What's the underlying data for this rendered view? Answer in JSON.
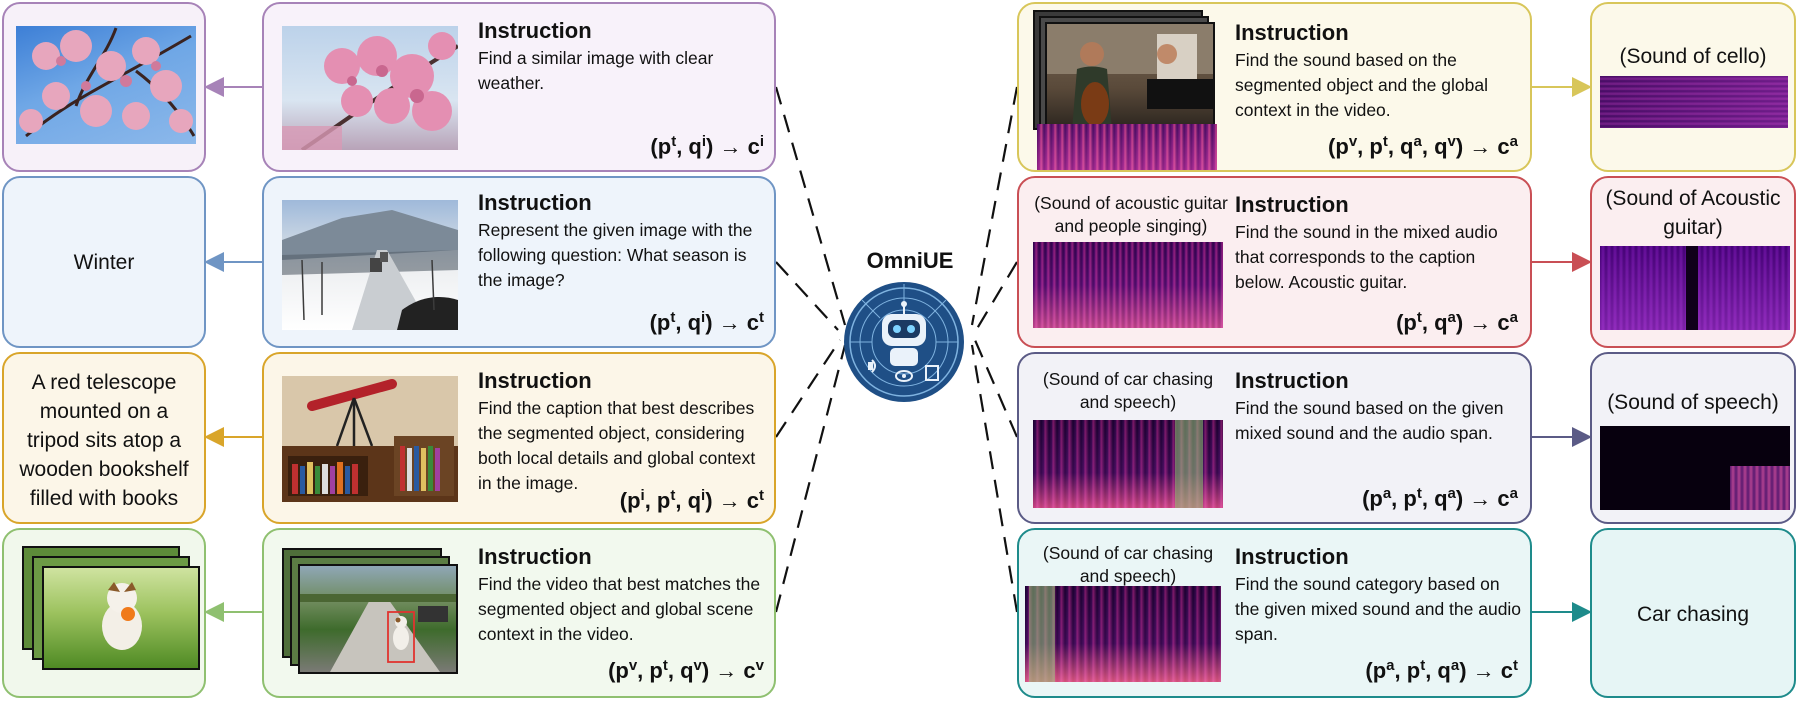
{
  "center": {
    "title": "OmniUE"
  },
  "left_tasks": [
    {
      "title": "Instruction",
      "text": "Find a similar image with clear weather.",
      "formula": {
        "a": "(p",
        "a_sup": "t",
        "b": ", q",
        "b_sup": "i",
        "c": ") → c",
        "c_sup": "i"
      }
    },
    {
      "title": "Instruction",
      "text": "Represent the given image with the following question: What season is the image?",
      "formula": {
        "a": "(p",
        "a_sup": "t",
        "b": ", q",
        "b_sup": "i",
        "c": ") → c",
        "c_sup": "t"
      }
    },
    {
      "title": "Instruction",
      "text": "Find the caption that best describes the segmented object, considering both local details and global context in the image.",
      "formula": {
        "a": "(p",
        "a_sup": "i",
        "b": ", p",
        "b_sup": "t",
        "c": ", q",
        "c_sup": "i",
        "d": ") → c",
        "d_sup": "t"
      }
    },
    {
      "title": "Instruction",
      "text": "Find the video that best matches the segmented object and global scene context in the video.",
      "formula": {
        "a": "(p",
        "a_sup": "v",
        "b": ", p",
        "b_sup": "t",
        "c": ", q",
        "c_sup": "v",
        "d": ") → c",
        "d_sup": "v"
      }
    }
  ],
  "left_outputs": [
    {
      "text": ""
    },
    {
      "text": "Winter"
    },
    {
      "text": "A red telescope mounted on a tripod sits atop a wooden bookshelf filled with books"
    },
    {
      "text": ""
    }
  ],
  "right_tasks": [
    {
      "caption": "",
      "title": "Instruction",
      "text": "Find the sound based on the segmented object and the global context in the video.",
      "formula": {
        "a": "(p",
        "a_sup": "v",
        "b": ", p",
        "b_sup": "t",
        "c": ", q",
        "c_sup": "a",
        "d": ", q",
        "d_sup": "v",
        "e": ") → c",
        "e_sup": "a"
      }
    },
    {
      "caption": "(Sound of acoustic guitar and people singing)",
      "title": "Instruction",
      "text": "Find the sound in the mixed audio that corresponds to the caption below. Acoustic guitar.",
      "formula": {
        "a": "(p",
        "a_sup": "t",
        "b": ", q",
        "b_sup": "a",
        "c": ") → c",
        "c_sup": "a"
      }
    },
    {
      "caption": "(Sound of car chasing and speech)",
      "title": "Instruction",
      "text": "Find the sound based on the given mixed sound and the audio span.",
      "formula": {
        "a": "(p",
        "a_sup": "a",
        "b": ", p",
        "b_sup": "t",
        "c": ", q",
        "c_sup": "a",
        "d": ") → c",
        "d_sup": "a"
      }
    },
    {
      "caption": "(Sound of car chasing and speech)",
      "title": "Instruction",
      "text": "Find the sound category based on the given mixed sound and the audio span.",
      "formula": {
        "a": "(p",
        "a_sup": "a",
        "b": ", p",
        "b_sup": "t",
        "c": ", q",
        "c_sup": "a",
        "d": ") → c",
        "d_sup": "t"
      }
    }
  ],
  "right_outputs": [
    {
      "caption": "(Sound of cello)",
      "text": ""
    },
    {
      "caption": "(Sound of Acoustic guitar)",
      "text": ""
    },
    {
      "caption": "(Sound of speech)",
      "text": ""
    },
    {
      "caption": "",
      "text": "Car chasing"
    }
  ],
  "colors": {
    "row1": "#a783b8",
    "row2": "#6f95c4",
    "row3": "#d9a52a",
    "row4": "#8fc070",
    "rrow1": "#d8c65a",
    "rrow2": "#c94f55",
    "rrow3": "#5b5b86",
    "rrow4": "#1e8b8b"
  }
}
